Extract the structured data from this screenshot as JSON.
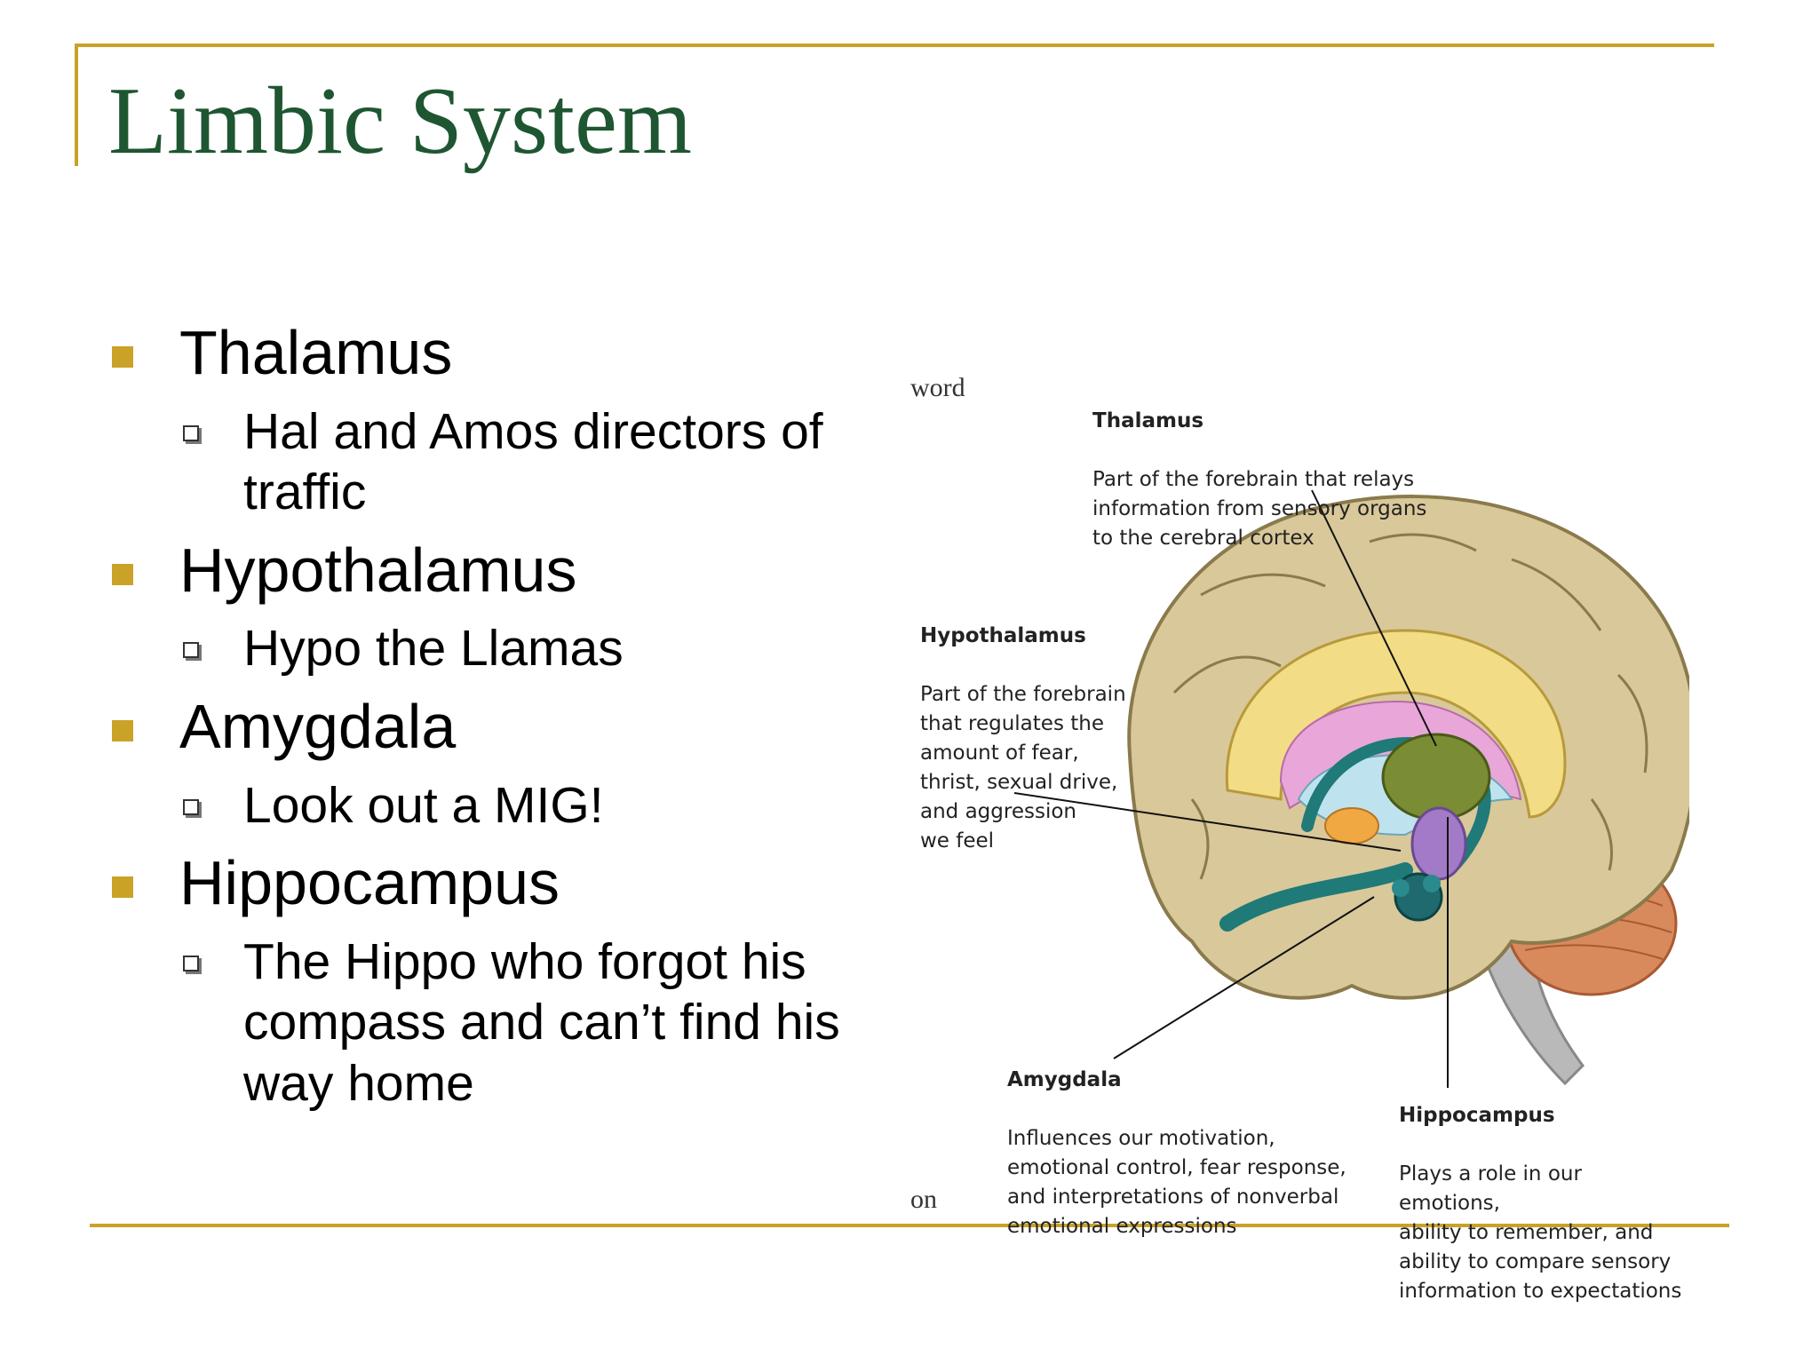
{
  "slide": {
    "title": "Limbic System",
    "bullets": [
      {
        "term": "Thalamus",
        "mnemonic": "Hal and Amos directors of traffic"
      },
      {
        "term": "Hypothalamus",
        "mnemonic": "Hypo the Llamas"
      },
      {
        "term": "Amygdala",
        "mnemonic": "Look out a MIG!"
      },
      {
        "term": "Hippocampus",
        "mnemonic": "The Hippo who forgot his compass and can’t find his way home"
      }
    ],
    "accent_color": "#c9a227",
    "title_color": "#1e5631"
  },
  "figure": {
    "margin_fragments": [
      "word",
      "on"
    ],
    "labels": {
      "thalamus": {
        "name": "Thalamus",
        "desc": "Part of the forebrain that relays\ninformation from sensory organs\nto the cerebral cortex"
      },
      "hypothalamus": {
        "name": "Hypothalamus",
        "desc": "Part of the forebrain\nthat regulates the\namount of fear,\nthrist, sexual drive,\nand aggression\nwe feel"
      },
      "amygdala": {
        "name": "Amygdala",
        "desc": "Influences our motivation,\nemotional control, fear response,\nand interpretations of nonverbal\nemotional expressions"
      },
      "hippocampus": {
        "name": "Hippocampus",
        "desc": "Plays a role in our emotions,\nability to remember, and\nability to compare sensory\ninformation to expectations"
      }
    }
  }
}
